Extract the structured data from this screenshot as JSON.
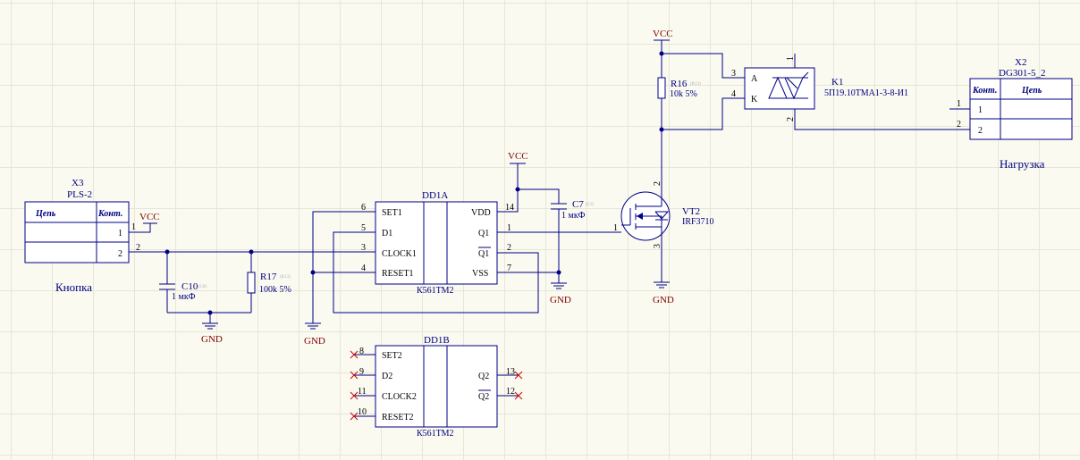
{
  "x3": {
    "designator": "X3",
    "model": "PLS-2",
    "col_net": "Цепь",
    "col_pin": "Конт.",
    "rows": [
      "1",
      "2"
    ],
    "label": "Кнопка"
  },
  "x2": {
    "designator": "X2",
    "model": "DG301-5_2",
    "col_pin": "Конт.",
    "col_net": "Цепь",
    "rows": [
      "1",
      "2"
    ],
    "label": "Нагрузка"
  },
  "r17": {
    "designator": "R17",
    "value": "100k 5%",
    "tag": "(R13)"
  },
  "c10": {
    "designator": "C10",
    "value": "1 мкФ",
    "tag": "(C8)"
  },
  "c7": {
    "designator": "C7",
    "value": "1 мкФ",
    "tag": "(C3)"
  },
  "r16": {
    "designator": "R16",
    "value": "10k 5%",
    "tag": "(R13)"
  },
  "vt2": {
    "designator": "VT2",
    "value": "IRF3710",
    "pins": [
      "1",
      "2",
      "3"
    ]
  },
  "k1": {
    "designator": "K1",
    "value": "5П19.10ТМА1-3-8-И1",
    "pins": [
      "1",
      "2",
      "3",
      "4"
    ],
    "pin_names": [
      "A",
      "K"
    ]
  },
  "dd1a": {
    "designator": "DD1A",
    "model": "К561ТМ2",
    "left_pins": [
      {
        "num": "6",
        "name": "SET1"
      },
      {
        "num": "5",
        "name": "D1"
      },
      {
        "num": "3",
        "name": "CLOCK1"
      },
      {
        "num": "4",
        "name": "RESET1"
      }
    ],
    "right_pins": [
      {
        "num": "14",
        "name": "VDD"
      },
      {
        "num": "1",
        "name": "Q1"
      },
      {
        "num": "2",
        "name": "Q1"
      },
      {
        "num": "7",
        "name": "VSS"
      }
    ]
  },
  "dd1b": {
    "designator": "DD1B",
    "model": "К561ТМ2",
    "left_pins": [
      {
        "num": "8",
        "name": "SET2"
      },
      {
        "num": "9",
        "name": "D2"
      },
      {
        "num": "11",
        "name": "CLOCK2"
      },
      {
        "num": "10",
        "name": "RESET2"
      }
    ],
    "right_pins": [
      {
        "num": "13",
        "name": "Q2"
      },
      {
        "num": "12",
        "name": "Q2"
      }
    ]
  },
  "nets": {
    "vcc": "VCC",
    "gnd": "GND"
  },
  "colors": {
    "wire": "#000088",
    "net_label": "#800000",
    "grid": "#e6e6d8",
    "no_connect": "#cc0000"
  }
}
